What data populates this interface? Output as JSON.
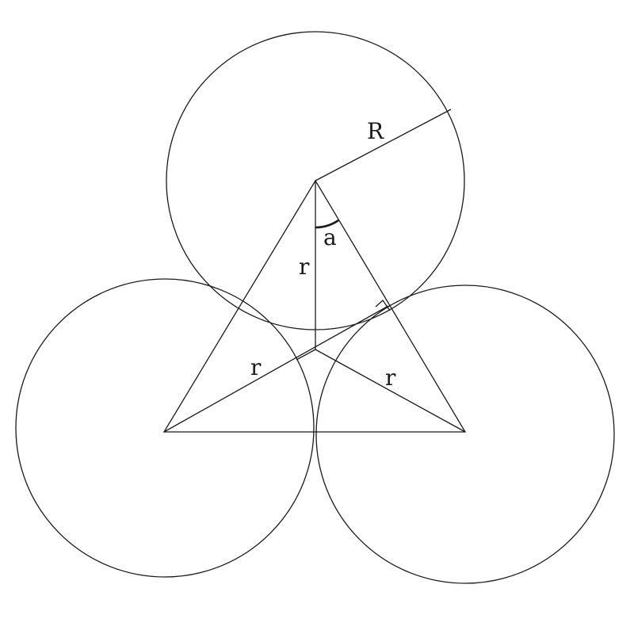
{
  "labels": {
    "big_radius": "R",
    "angle": "a",
    "small_radius_vertical": "r",
    "small_radius_left": "r",
    "small_radius_right": "r"
  },
  "colors": {
    "stroke": "#1a1a1a",
    "background": "#ffffff"
  }
}
